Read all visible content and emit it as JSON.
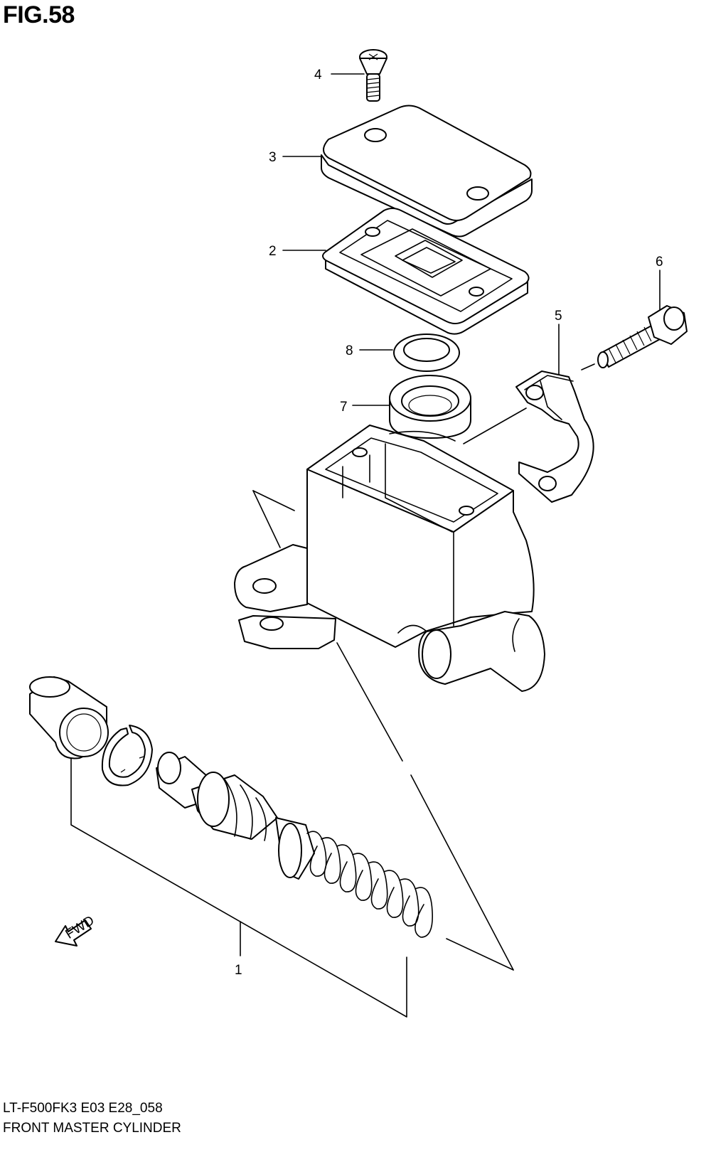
{
  "figure": {
    "title": "FIG.58",
    "code": "LT-F500FK3 E03 E28_058",
    "name": "FRONT MASTER CYLINDER",
    "fwd_label": "FWD"
  },
  "callouts": [
    {
      "id": "1",
      "label": "1"
    },
    {
      "id": "2",
      "label": "2"
    },
    {
      "id": "3",
      "label": "3"
    },
    {
      "id": "4",
      "label": "4"
    },
    {
      "id": "5",
      "label": "5"
    },
    {
      "id": "6",
      "label": "6"
    },
    {
      "id": "7",
      "label": "7"
    },
    {
      "id": "8",
      "label": "8"
    }
  ]
}
